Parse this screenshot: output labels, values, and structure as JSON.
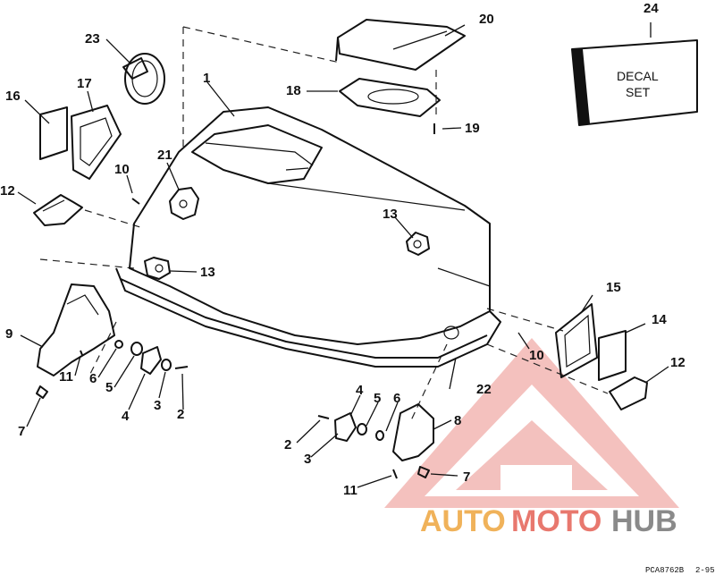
{
  "callouts": {
    "c1": "1",
    "c2a": "2",
    "c2b": "2",
    "c3a": "3",
    "c3b": "3",
    "c4a": "4",
    "c4b": "4",
    "c5a": "5",
    "c5b": "5",
    "c6a": "6",
    "c6b": "6",
    "c7a": "7",
    "c7b": "7",
    "c8": "8",
    "c9": "9",
    "c10a": "10",
    "c10b": "10",
    "c11a": "11",
    "c11b": "11",
    "c12a": "12",
    "c12b": "12",
    "c13a": "13",
    "c13b": "13",
    "c14": "14",
    "c15": "15",
    "c16": "16",
    "c17": "17",
    "c18": "18",
    "c19": "19",
    "c20": "20",
    "c21": "21",
    "c22": "22",
    "c23": "23",
    "c24": "24"
  },
  "decal": {
    "line1": "DECAL",
    "line2": "SET"
  },
  "watermark": {
    "part1": "AUTO",
    "part2": "MOTO",
    "part3": "HUB",
    "color_auto": "#f0b25a",
    "color_moto": "#e8786e",
    "color_hub": "#8a8a8a",
    "triangle_color": "#e46a63"
  },
  "footer": {
    "code": "PCA8762B",
    "date": "2-95"
  }
}
